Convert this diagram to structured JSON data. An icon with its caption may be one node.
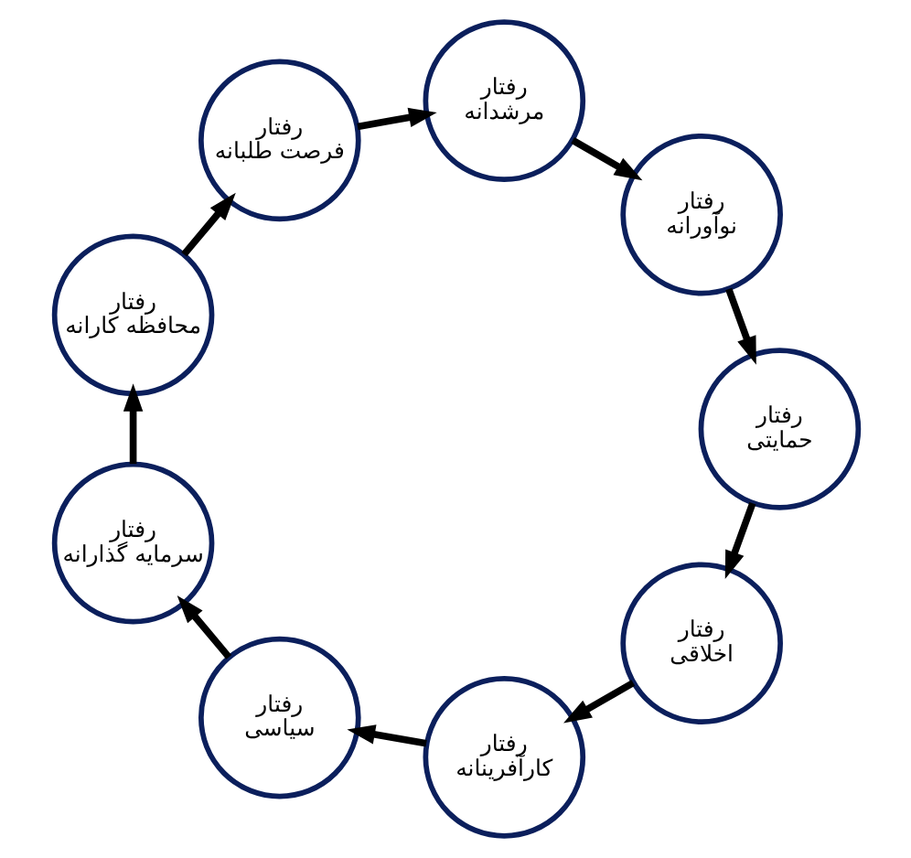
{
  "diagram": {
    "nodes": [
      {
        "text": [
          "رفتار اخلاقی"
        ]
      },
      {
        "text": [
          "رفتار کارآفرینانه"
        ]
      },
      {
        "text": [
          "رفتار سیاسی"
        ]
      },
      {
        "text": [
          "رفتار سرمایه گذارانه"
        ]
      },
      {
        "text": [
          "رفتار محافظه کارانه"
        ]
      },
      {
        "text": [
          "رفتار فرصت طلبانه"
        ]
      },
      {
        "text": [
          "رفتار مرشدانه"
        ]
      },
      {
        "text": [
          "رفتار نوآورانه"
        ]
      },
      {
        "text": [
          "رفتار حمایتی"
        ]
      }
    ],
    "edges": [
      {
        "from": 0,
        "to": 1,
        "arrow": "to"
      },
      {
        "from": 1,
        "to": 2,
        "arrow": "to"
      },
      {
        "from": 2,
        "to": 3,
        "arrow": "to"
      },
      {
        "from": 3,
        "to": 4,
        "arrow": "to"
      },
      {
        "from": 4,
        "to": 5,
        "arrow": "to"
      },
      {
        "from": 5,
        "to": 6,
        "arrow": "to"
      },
      {
        "from": 6,
        "to": 7,
        "arrow": "to"
      },
      {
        "from": 7,
        "to": 8,
        "arrow": "to"
      },
      {
        "from": 8,
        "to": 0,
        "arrow": "to"
      }
    ]
  }
}
